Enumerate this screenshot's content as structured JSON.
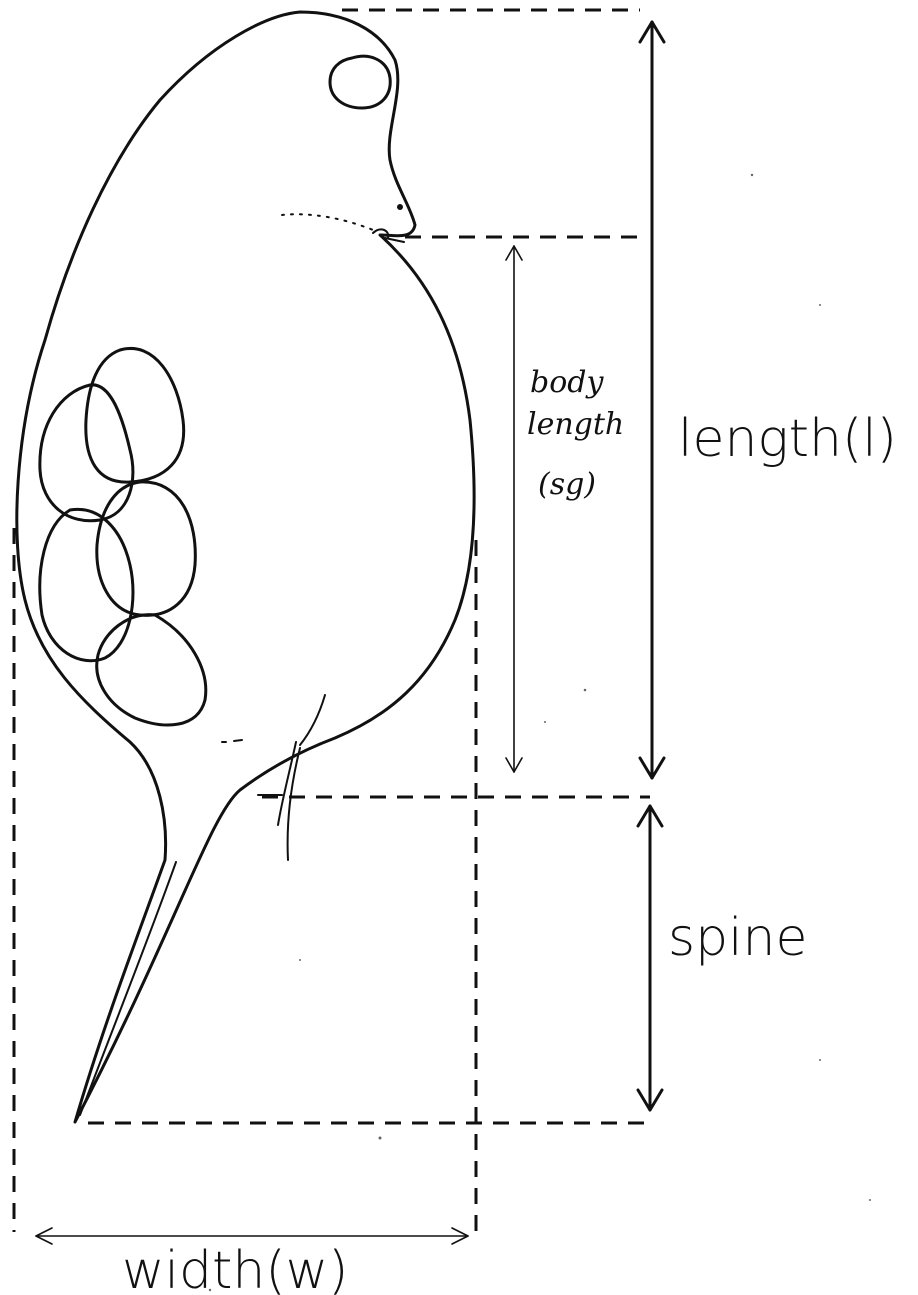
{
  "labels": {
    "length": "length(l)",
    "spine": "spine",
    "width": "width(w)",
    "body_length": {
      "line1": "body",
      "line2": "length",
      "line3": "(sg)"
    }
  },
  "colors": {
    "ink": "#111111",
    "background": "#ffffff"
  }
}
